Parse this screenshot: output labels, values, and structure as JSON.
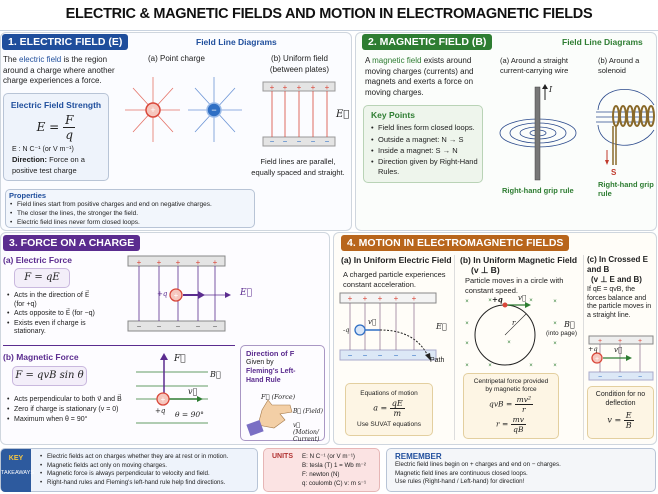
{
  "title": "ELECTRIC & MAGNETIC FIELDS AND MOTION IN ELECTROMAGNETIC FIELDS",
  "colors": {
    "electric": "#1f4e9c",
    "magnetic": "#2e7d32",
    "force": "#5b2c8f",
    "motion": "#b8651b",
    "positive": "#d9473a",
    "negative": "#2f6fc4"
  },
  "section1": {
    "header": "1. ELECTRIC FIELD (E)",
    "diagrams_title": "Field Line Diagrams",
    "intro_pre": "The ",
    "intro_term": "electric field",
    "intro_post": " is the region around a charge where another charge experiences a force.",
    "strength_box": {
      "title": "Electric Field Strength",
      "formula_lhs": "E =",
      "numerator": "F",
      "denominator": "q",
      "units": "E : N C⁻¹   (or V m⁻¹)",
      "direction_label": "Direction:",
      "direction_text": " Force on a positive test charge"
    },
    "point_charge_label": "(a) Point charge",
    "uniform_label": "(b) Uniform field (between plates)",
    "field_symbol": "E⃗",
    "uniform_caption": "Field lines are parallel, equally spaced and straight.",
    "properties": {
      "title": "Properties",
      "items": [
        "Field lines start from positive charges and end on negative charges.",
        "The closer the lines, the stronger the field.",
        "Electric field lines never form closed loops."
      ]
    }
  },
  "section2": {
    "header": "2. MAGNETIC FIELD (B)",
    "diagrams_title": "Field Line Diagrams",
    "intro_pre": "A ",
    "intro_term": "magnetic field",
    "intro_post": " exists around moving charges (currents) and magnets and exerts a force on moving charges.",
    "key_points": {
      "title": "Key Points",
      "items": [
        "Field lines form closed loops.",
        "Outside a magnet: N → S",
        "Inside a magnet: S → N",
        "Direction given by Right-Hand Rules."
      ]
    },
    "wire_label": "(a) Around a straight current-carrying wire",
    "current_symbol": "I",
    "wire_caption": "Right-hand grip rule",
    "solenoid_label": "(b) Around a solenoid",
    "solenoid_pole": "S",
    "solenoid_caption": "Right-hand grip rule"
  },
  "section3": {
    "header": "3. FORCE ON A CHARGE",
    "electric": {
      "title": "(a) Electric Force",
      "formula": "F = qE",
      "items": [
        "Acts in the direction of E⃗ (for +q)",
        "Acts opposite to E⃗ (for −q)",
        "Exists even if charge is stationary."
      ],
      "charge_label": "+q",
      "field_symbol": "E⃗"
    },
    "magnetic": {
      "title": "(b) Magnetic Force",
      "formula": "F = qvB sin θ",
      "items": [
        "Acts perpendicular to both v⃗ and B⃗",
        "Zero if charge is stationary (v = 0)",
        "Maximum when θ = 90°"
      ],
      "force_symbol": "F⃗",
      "field_symbol": "B⃗",
      "velocity_symbol": "v⃗",
      "charge_label": "+q",
      "angle_label": "θ = 90°"
    },
    "direction_box": {
      "title": "Direction of F",
      "given_by": "Given by",
      "rule": "Fleming's Left-Hand Rule",
      "force": "F⃗ (Force)",
      "field": "B⃗ (Field)",
      "motion": "v⃗ (Motion/ Current)"
    }
  },
  "section4": {
    "header": "4. MOTION IN ELECTROMAGNETIC FIELDS",
    "a": {
      "title": "(a) In Uniform Electric Field",
      "text": "A charged particle experiences constant acceleration.",
      "charge_label": "-q",
      "velocity_symbol": "v⃗",
      "field_symbol": "E⃗",
      "path_label": "Path",
      "eq_title": "Equations of motion",
      "eq_lhs": "a =",
      "eq_num": "qE",
      "eq_den": "m",
      "eq_note": "Use SUVAT equations"
    },
    "b": {
      "title": "(b) In Uniform Magnetic Field",
      "subtitle": "(v ⊥ B)",
      "text": "Particle moves in a circle with constant speed.",
      "charge_label": "+q",
      "velocity_symbol": "v⃗",
      "radius_label": "r",
      "field_symbol": "B⃗",
      "field_note": "(into page)",
      "eq_title": "Centripetal force provided by magnetic force",
      "eq1_lhs": "qvB =",
      "eq1_num": "mv²",
      "eq1_den": "r",
      "eq2_lhs": "r =",
      "eq2_num": "mv",
      "eq2_den": "qB"
    },
    "c": {
      "title": "(c) In Crossed E and B",
      "subtitle": "(v ⊥ E and B)",
      "text": "If qE = qvB, the forces balance and the particle moves in a straight line.",
      "charge_label": "+q",
      "velocity_symbol": "v⃗",
      "eq_title": "Condition for no deflection",
      "eq_lhs": "v =",
      "eq_num": "E",
      "eq_den": "B"
    }
  },
  "takeaways": {
    "label_top": "KEY",
    "label": "TAKEAWAYS",
    "items": [
      "Electric fields act on charges whether they are at rest or in motion.",
      "Magnetic fields act only on moving charges.",
      "Magnetic force is always perpendicular to velocity and field.",
      "Right-hand rules and Fleming's left-hand rule help find directions."
    ]
  },
  "units": {
    "title": "UNITS",
    "rows": [
      "E: N C⁻¹ (or V m⁻¹)",
      "B: tesla (T)   1 = Wb m⁻²",
      "F: newton (N)",
      "q: coulomb (C)     v: m s⁻¹"
    ]
  },
  "remember": {
    "title": "REMEMBER",
    "items": [
      "Electric field lines begin on + charges and end on − charges.",
      "Magnetic field lines are continuous closed loops.",
      "Use rules (Right-hand / Left-hand) for direction!"
    ]
  }
}
